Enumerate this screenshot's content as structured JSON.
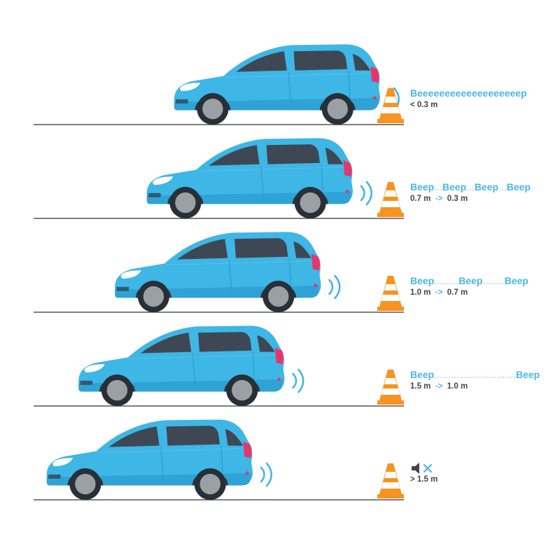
{
  "colors": {
    "car_body": "#3eb6e6",
    "car_shadow": "#2fa3d6",
    "window": "#3d4854",
    "tire": "#273038",
    "hub": "#9aa0a4",
    "taillight": "#e8366b",
    "headlight": "#ffffff",
    "wave": "#45b4e5",
    "cone_orange": "#f7931e",
    "cone_stripe": "#ffffff",
    "ground": "#555555",
    "text_blue": "#4ab6e6",
    "text_dark": "#444444"
  },
  "rows": [
    {
      "id": "row-1",
      "beep_parts": [
        {
          "text": "Beeeeeeeeeeeeeeeeeeep",
          "kind": "beep"
        }
      ],
      "distance": {
        "from": "< 0.3 m",
        "arrow": "",
        "to": ""
      },
      "muted": false,
      "proximity": 0.2
    },
    {
      "id": "row-2",
      "beep_parts": [
        {
          "text": "Beep",
          "kind": "beep"
        },
        {
          "text": "...",
          "kind": "dots"
        },
        {
          "text": "Beep",
          "kind": "beep"
        },
        {
          "text": "...",
          "kind": "dots"
        },
        {
          "text": "Beep",
          "kind": "beep"
        },
        {
          "text": "...",
          "kind": "dots"
        },
        {
          "text": "Beep",
          "kind": "beep"
        }
      ],
      "distance": {
        "from": "0.7 m",
        "arrow": "->",
        "to": "0.3 m"
      },
      "muted": false,
      "proximity": 0.5
    },
    {
      "id": "row-3",
      "beep_parts": [
        {
          "text": "Beep",
          "kind": "beep"
        },
        {
          "text": ".........",
          "kind": "dots"
        },
        {
          "text": "Beep",
          "kind": "beep"
        },
        {
          "text": "........",
          "kind": "dots"
        },
        {
          "text": "Beep",
          "kind": "beep"
        }
      ],
      "distance": {
        "from": "1.0 m",
        "arrow": "->",
        "to": "0.7 m"
      },
      "muted": false,
      "proximity": 0.85
    },
    {
      "id": "row-4",
      "beep_parts": [
        {
          "text": "Beep",
          "kind": "beep"
        },
        {
          "text": "..............................",
          "kind": "dots"
        },
        {
          "text": "Beep",
          "kind": "beep"
        }
      ],
      "distance": {
        "from": "1.5 m",
        "arrow": "->",
        "to": "1.0 m"
      },
      "muted": false,
      "proximity": 1.25
    },
    {
      "id": "row-5",
      "beep_parts": [],
      "distance": {
        "from": "> 1.5 m",
        "arrow": "",
        "to": ""
      },
      "muted": true,
      "proximity": 1.6
    }
  ],
  "icons": {
    "mute": "speaker-mute-icon",
    "cone": "traffic-cone-icon",
    "waves": "sound-wave-icon"
  }
}
